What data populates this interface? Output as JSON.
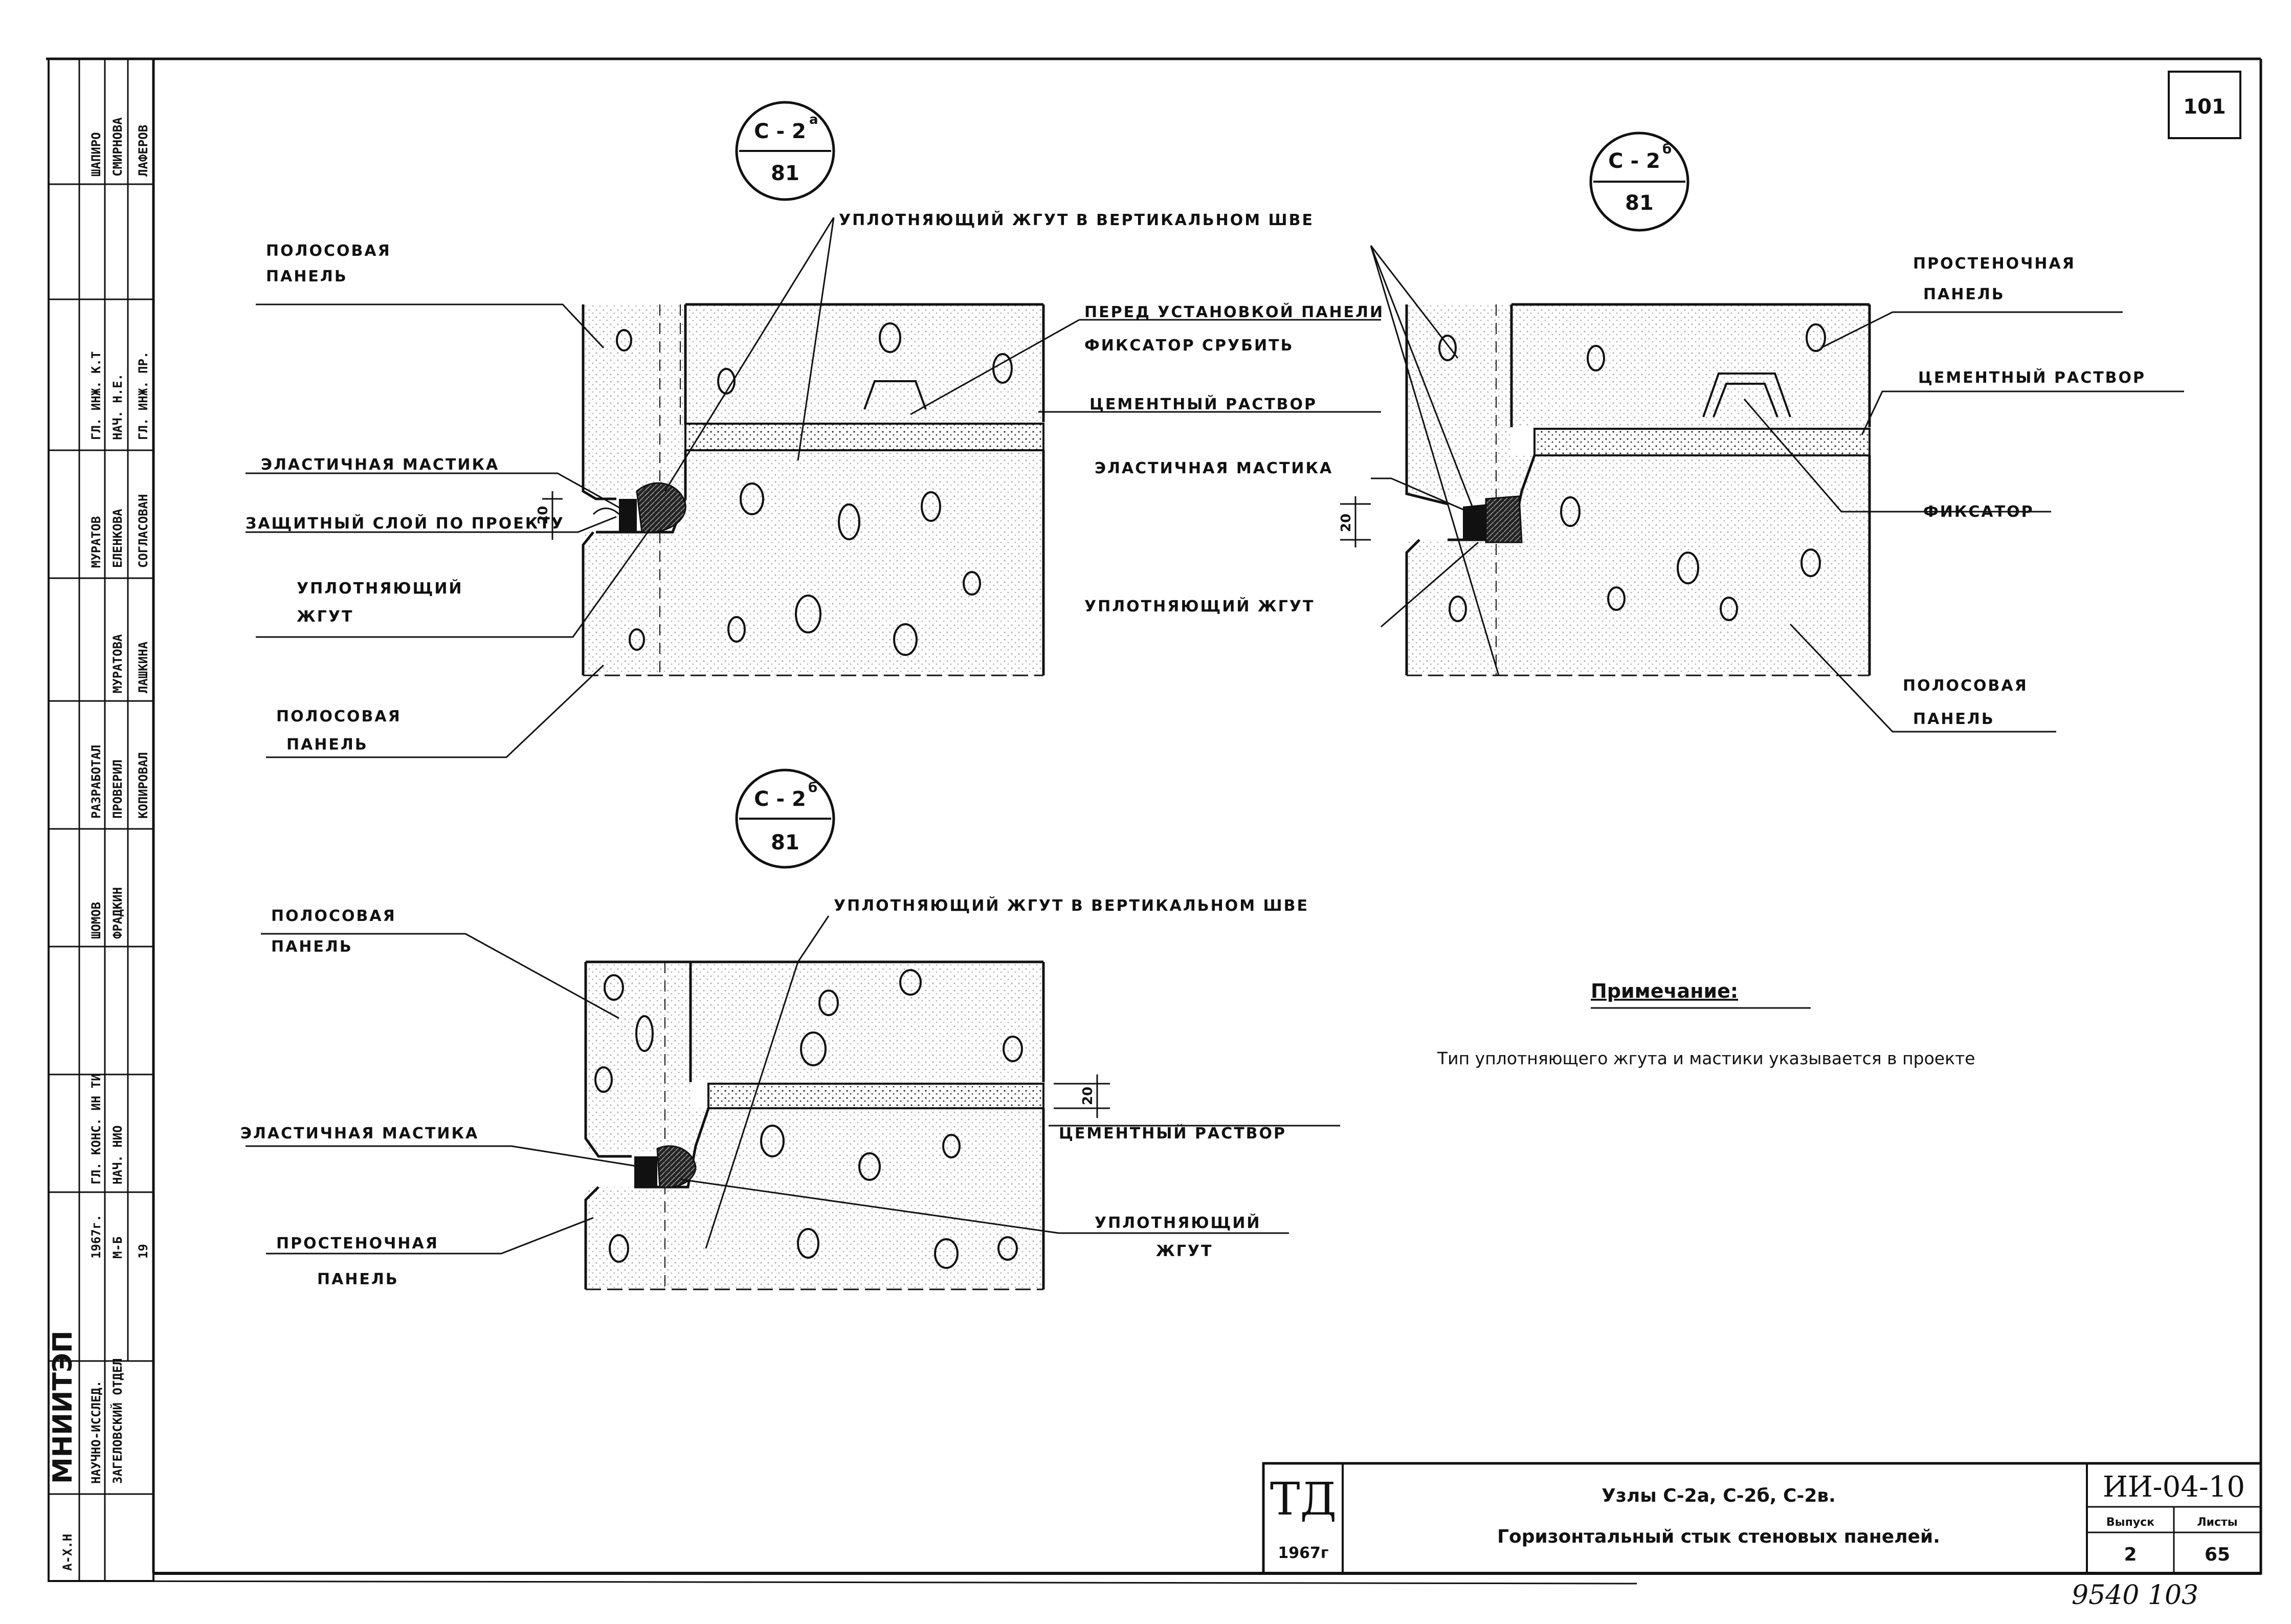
{
  "sheet": {
    "number": "101",
    "bottom_handwritten": "9540 103"
  },
  "nodes": {
    "c2a": {
      "top": "С - 2",
      "sup": "а",
      "bottom": "81"
    },
    "c2b": {
      "top": "С - 2",
      "sup": "б",
      "bottom": "81"
    },
    "c2v": {
      "top": "С - 2",
      "sup": "б",
      "bottom": "81"
    }
  },
  "labels": {
    "belt_vertical": "УПЛОТНЯЮЩИЙ ЖГУТ В ВЕРТИКАЛЬНОМ ШВЕ",
    "strip_panel_a1": "ПОЛОСОВАЯ",
    "strip_panel_a2": "ПАНЕЛЬ",
    "fixator_remove_1": "ПЕРЕД УСТАНОВКОЙ ПАНЕЛИ",
    "fixator_remove_2": "ФИКСАТОР СРУБИТЬ",
    "cement_a": "ЦЕМЕНТНЫЙ РАСТВОР",
    "elastic_mastic_a": "ЭЛАСТИЧНАЯ МАСТИКА",
    "protective_layer": "ЗАЩИТНЫЙ СЛОЙ ПО ПРОЕКТУ",
    "sealing_belt_a1": "УПЛОТНЯЮЩИЙ",
    "sealing_belt_a2": "ЖГУТ",
    "strip_panel_a3": "ПОЛОСОВАЯ",
    "strip_panel_a4": "ПАНЕЛЬ",
    "dim_a": "20",
    "wall_panel_b1": "ПРОСТЕНОЧНАЯ",
    "wall_panel_b2": "ПАНЕЛЬ",
    "cement_b": "ЦЕМЕНТНЫЙ РАСТВОР",
    "elastic_mastic_b": "ЭЛАСТИЧНАЯ МАСТИКА",
    "fixator_b": "ФИКСАТОР",
    "sealing_belt_b": "УПЛОТНЯЮЩИЙ ЖГУТ",
    "strip_panel_b1": "ПОЛОСОВАЯ",
    "strip_panel_b2": "ПАНЕЛЬ",
    "dim_b": "20",
    "belt_vertical_v": "УПЛОТНЯЮЩИЙ ЖГУТ В ВЕРТИКАЛЬНОМ ШВЕ",
    "strip_panel_v1": "ПОЛОСОВАЯ",
    "strip_panel_v2": "ПАНЕЛЬ",
    "elastic_mastic_v": "ЭЛАСТИЧНАЯ МАСТИКА",
    "cement_v": "ЦЕМЕНТНЫЙ РАСТВОР",
    "wall_panel_v1": "ПРОСТЕНОЧНАЯ",
    "wall_panel_v2": "ПАНЕЛЬ",
    "sealing_belt_v1": "УПЛОТНЯЮЩИЙ",
    "sealing_belt_v2": "ЖГУТ",
    "dim_v": "20"
  },
  "note": {
    "title": "Примечание:",
    "text": "Тип уплотняющего жгута и мастики указывается в проекте"
  },
  "title_block": {
    "td": "ТД",
    "year": "1967г",
    "title_line1": "Узлы С-2а, С-2б, С-2в.",
    "title_line2": "Горизонтальный стык стеновых панелей.",
    "code": "ИИ-04-10",
    "issue_label": "Выпуск",
    "sheet_label": "Листы",
    "issue": "2",
    "sheet": "65"
  },
  "side_stamp": {
    "org_big": "МНИИТЭП",
    "org_sub1": "НАУЧНО-ИССЛЕД.",
    "org_sub2": "ЗАГЕЛОВСКИЙ ОТДЕЛ",
    "r1": "СМИРНОВА",
    "r2": "ШАПИРО",
    "r3": "ЛАФЕРОВ",
    "r4": "НАЧ. Н.Е.",
    "r5": "ГЛ. ИНЖ. К.Т",
    "r6": "ГЛ. ИНЖ. ПР.",
    "r7": "СОГЛАСОВАН",
    "r8": "МУРАТОВ",
    "r9": "ЕЛЕНКОВА",
    "r10": "МУРАТОВА",
    "r11": "ЛАШКИНА",
    "r12": "РАЗРАБОТАЛ",
    "r13": "ПРОВЕРИЛ",
    "r14": "КОПИРОВАЛ",
    "r15": "ШОМОВ",
    "r16": "ФРАДКИН",
    "r17": "ГЛ. КОНС. ИН ТИ",
    "r18": "НАЧ. НИО",
    "r19": "1967г.",
    "r20": "М-Б",
    "r21": "19",
    "r22": "А-Х.Н"
  }
}
